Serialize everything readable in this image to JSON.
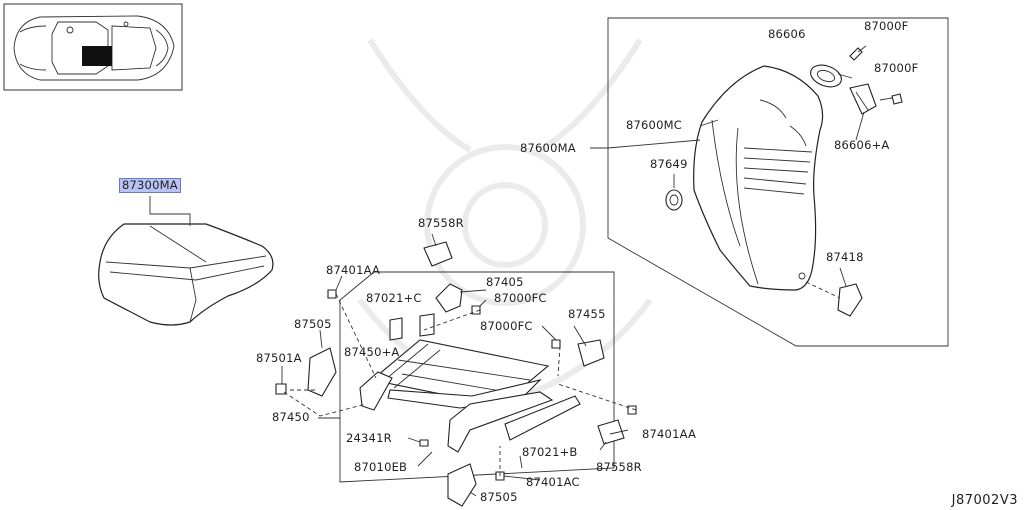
{
  "diagram": {
    "code": "J87002V3",
    "highlight_color": "#b9c2f4",
    "labels": {
      "p87300MA": "87300MA",
      "p86606": "86606",
      "p87000F_a": "87000F",
      "p87000F_b": "87000F",
      "p87600MC": "87600MC",
      "p86606A": "86606+A",
      "p87600MA": "87600MA",
      "p87649": "87649",
      "p87558R_a": "87558R",
      "p87401AA_a": "87401AA",
      "p87418": "87418",
      "p87405": "87405",
      "p87021C": "87021+C",
      "p87000FC_a": "87000FC",
      "p87505_a": "87505",
      "p87000FC_b": "87000FC",
      "p87455": "87455",
      "p87450A": "87450+A",
      "p87501A": "87501A",
      "p87450": "87450",
      "p87401AA_b": "87401AA",
      "p24341R": "24341R",
      "p87021B": "87021+B",
      "p87010EB": "87010EB",
      "p87558R_b": "87558R",
      "p87401AC": "87401AC",
      "p87505_b": "87505"
    }
  }
}
